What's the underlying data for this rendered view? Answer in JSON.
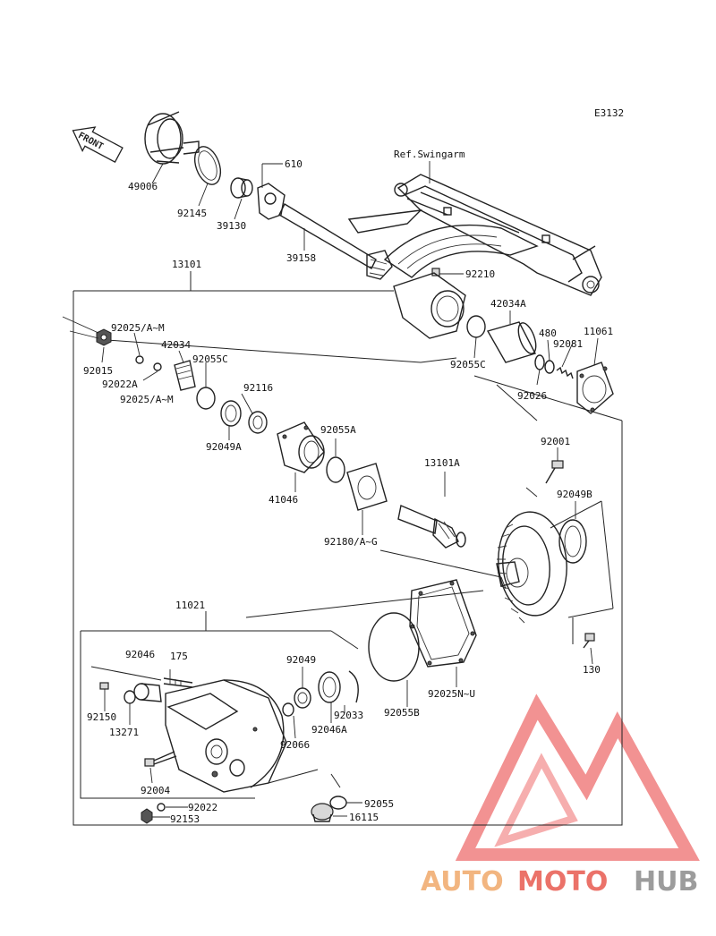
{
  "diagram_code": "E3132",
  "front_label": "FRONT",
  "ref_label": "Ref.Swingarm",
  "parts": {
    "p49006": "49006",
    "p92145": "92145",
    "p39130": "39130",
    "p610": "610",
    "p39158": "39158",
    "p92210": "92210",
    "p13101": "13101",
    "p92025_am_top": "92025/A~M",
    "p42034a": "42034A",
    "p480": "480",
    "p92081": "92081",
    "p11061": "11061",
    "p92015": "92015",
    "p42034": "42034",
    "p92055c_left": "92055C",
    "p92022a": "92022A",
    "p92025_am_bot": "92025/A~M",
    "p92116": "92116",
    "p92055c_right": "92055C",
    "p92026": "92026",
    "p92049a": "92049A",
    "p92055a": "92055A",
    "p41046": "41046",
    "p92001": "92001",
    "p13101a": "13101A",
    "p92049b": "92049B",
    "p92180": "92180/A~G",
    "p11021": "11021",
    "p130": "130",
    "p92046": "92046",
    "p175": "175",
    "p92049": "92049",
    "p92150": "92150",
    "p13271": "13271",
    "p92033": "92033",
    "p92046a": "92046A",
    "p92066": "92066",
    "p92055b": "92055B",
    "p92025nu": "92025N~U",
    "p92004": "92004",
    "p92022": "92022",
    "p92153": "92153",
    "p92055": "92055",
    "p16115": "16115"
  },
  "watermark": {
    "auto": "AUTO",
    "moto": "MOTO",
    "hub": "HUB"
  }
}
